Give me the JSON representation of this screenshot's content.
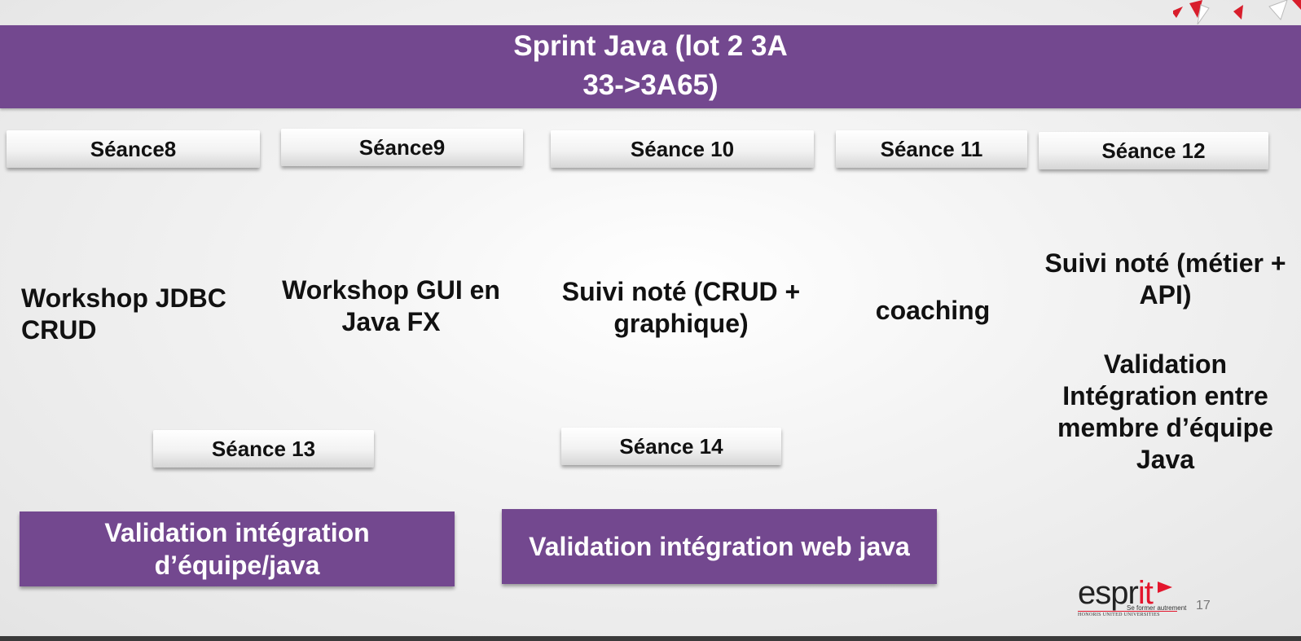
{
  "colors": {
    "accent_purple": "#73488f",
    "logo_red": "#e3162d",
    "session_text": "#111111",
    "title_text": "#ffffff"
  },
  "title": {
    "line1": "Sprint Java (lot 2 3A",
    "line2": "33->3A65)"
  },
  "sessions": {
    "s8": "Séance8",
    "s9": "Séance9",
    "s10": "Séance 10",
    "s11": "Séance 11",
    "s12": "Séance 12",
    "s13": "Séance 13",
    "s14": "Séance 14"
  },
  "content": {
    "s8": {
      "line1": "Workshop JDBC",
      "line2": "CRUD"
    },
    "s9": {
      "line1": "Workshop GUI en",
      "line2": "Java FX"
    },
    "s10": {
      "line1": "Suivi noté (CRUD +",
      "line2": "graphique)"
    },
    "s11": {
      "line1": "coaching"
    },
    "s12": {
      "line1": "Suivi noté (métier +",
      "line2": "API)",
      "line3": "Validation",
      "line4": "Intégration entre",
      "line5": "membre d’équipe",
      "line6": "Java"
    }
  },
  "validation_boxes": {
    "s13": {
      "line1": "Validation intégration",
      "line2": "d’équipe/java"
    },
    "s14": {
      "line1": "Validation intégration web java"
    }
  },
  "logo": {
    "word_main": "espr",
    "word_accent": "it",
    "tagline": "Se former autrement",
    "affiliation": "HONORIS UNITED UNIVERSITIES",
    "icon": "red-flag-icon"
  },
  "page_number": "17",
  "decoration": {
    "icon": "red-triangles-icon"
  }
}
